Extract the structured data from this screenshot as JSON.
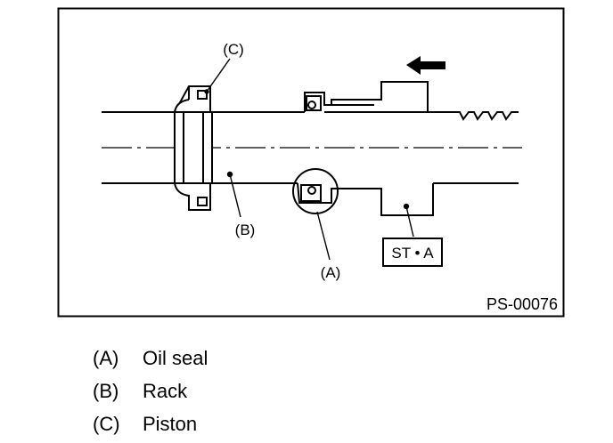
{
  "figure": {
    "code": "PS-00076",
    "callouts": {
      "a": "(A)",
      "b": "(B)",
      "c": "(C)",
      "tool": "ST • A"
    }
  },
  "legend": [
    {
      "key": "(A)",
      "text": "Oil seal"
    },
    {
      "key": "(B)",
      "text": "Rack"
    },
    {
      "key": "(C)",
      "text": "Piston"
    }
  ]
}
